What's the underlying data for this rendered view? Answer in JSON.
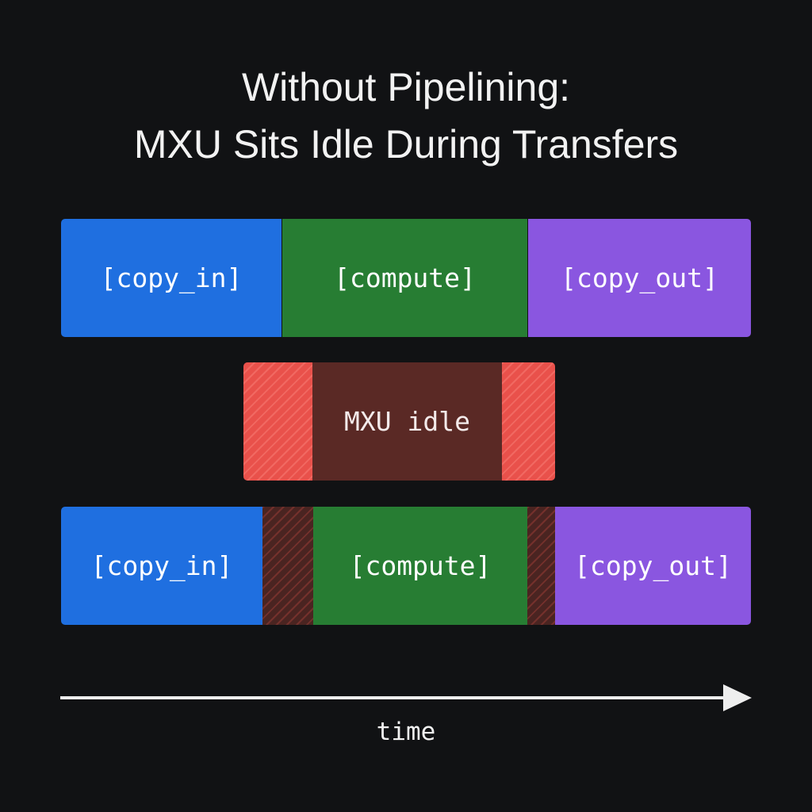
{
  "title": {
    "line1": "Without Pipelining:",
    "line2": "MXU Sits Idle During Transfers"
  },
  "row1": {
    "copy_in": "[copy_in]",
    "compute": "[compute]",
    "copy_out": "[copy_out]"
  },
  "idle": {
    "label": "MXU idle"
  },
  "row3": {
    "copy_in": "[copy_in]",
    "compute": "[compute]",
    "copy_out": "[copy_out]"
  },
  "axis": {
    "label": "time"
  },
  "colors": {
    "background": "#111214",
    "copy_in": "#1f6fe0",
    "compute": "#277d33",
    "copy_out": "#8a56e0",
    "idle_fill": "#5a2925",
    "idle_hatch": "#e9514b",
    "text": "#f2f2f2"
  }
}
